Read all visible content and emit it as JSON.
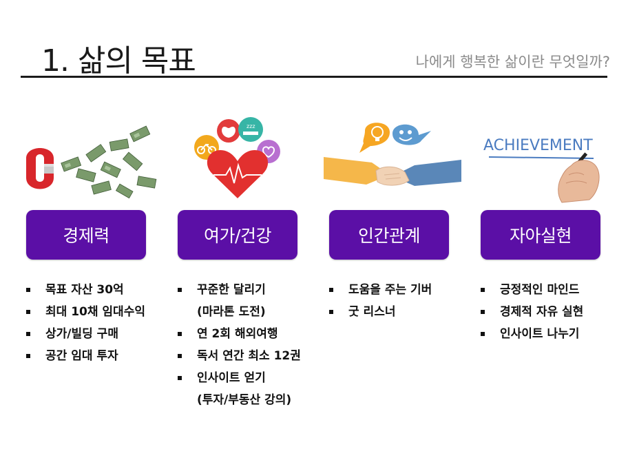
{
  "header": {
    "title": "1. 삶의 목표",
    "subtitle": "나에게 행복한 삶이란 무엇일까?"
  },
  "colors": {
    "category_bg": "#5b0fa6",
    "rule": "#1a1a1a",
    "subtitle": "#8a8a8a"
  },
  "columns": [
    {
      "illustration": "magnet-attracting-money-icon",
      "category": "경제력",
      "items": [
        [
          "목표 자산 30억"
        ],
        [
          "최대 10채 임대수익"
        ],
        [
          "상가/빌딩 구매"
        ],
        [
          "공간 임대 투자"
        ]
      ]
    },
    {
      "illustration": "health-heart-lifestyle-icon",
      "category": "여가/건강",
      "items": [
        [
          "꾸준한 달리기",
          "(마라톤 도전)"
        ],
        [
          "연 2회 해외여행"
        ],
        [
          "독서 연간 최소 12권"
        ],
        [
          "인사이트 얻기",
          "(투자/부동산 강의)"
        ]
      ]
    },
    {
      "illustration": "handshake-idea-icon",
      "category": "인간관계",
      "items": [
        [
          "도움을 주는 기버"
        ],
        [
          "굿 리스너"
        ]
      ]
    },
    {
      "illustration": "achievement-hand-writing-icon",
      "achievement_text": "ACHIEVEMENT",
      "category": "자아실현",
      "items": [
        [
          "긍정적인 마인드"
        ],
        [
          "경제적 자유 실현"
        ],
        [
          "인사이트 나누기"
        ]
      ]
    }
  ]
}
